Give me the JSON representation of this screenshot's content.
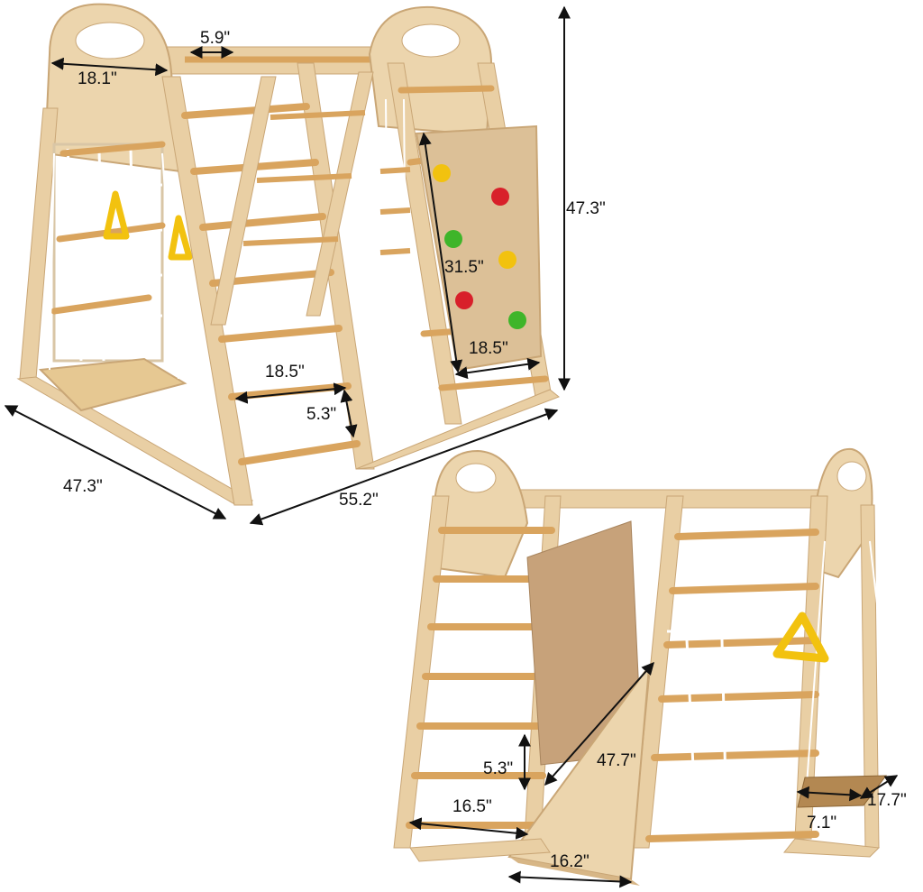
{
  "dimensions": {
    "top_bar_spacing": "5.9\"",
    "top_width": "18.1\"",
    "total_height": "47.3\"",
    "wall_height": "31.5\"",
    "wall_width": "18.5\"",
    "ladder_width": "18.5\"",
    "rung_spacing": "5.3\"",
    "depth": "47.3\"",
    "length": "55.2\"",
    "slide_length": "47.7\"",
    "rung_spacing_b": "5.3\"",
    "ladder_width_b": "16.5\"",
    "slide_width": "16.2\"",
    "seat_depth": "7.1\"",
    "seat_width": "17.7\""
  },
  "colors": {
    "wood": "#e9cfa4",
    "wood_dark": "#c9a676",
    "rung": "#d9a45e",
    "panel": "#dcc097",
    "hold_yellow": "#f2c20f",
    "hold_red": "#d8202a",
    "hold_green": "#3fb52a",
    "rope": "#ffffff"
  }
}
